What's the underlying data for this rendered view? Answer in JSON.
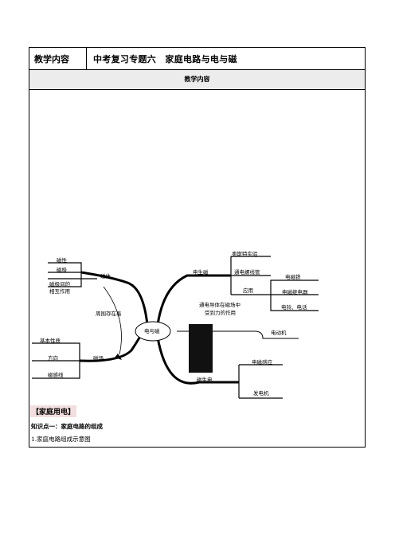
{
  "header": {
    "col1": "教学内容",
    "col2": "中考复习专题六　家庭电路与电与磁"
  },
  "subheader": "教学内容",
  "mindmap": {
    "center": "电与磁",
    "left_top": {
      "hub": "磁体",
      "items": [
        "磁性",
        "磁极",
        "磁极间的",
        "相互作用"
      ]
    },
    "left_arrow": "周围存在着",
    "left_bottom": {
      "hub": "磁场",
      "items": [
        "基本性质",
        "方向",
        "磁感线"
      ]
    },
    "right_top": {
      "hub": "电生磁",
      "items": [
        "奥斯特实验",
        "通电螺线管",
        "应用"
      ],
      "apps": [
        "电磁铁",
        "电磁继电器",
        "电铃、电话"
      ]
    },
    "right_mid": {
      "text1": "通电导体在磁场中",
      "text2": "受到力的作用",
      "item": "电动机"
    },
    "right_bottom": {
      "hub": "磁生电",
      "items": [
        "电磁感应",
        "发电机"
      ]
    }
  },
  "section": {
    "title": "【家庭用电】",
    "knowledge": "知识点一：家庭电路的组成",
    "note": "1.家庭电路组成示意图"
  }
}
